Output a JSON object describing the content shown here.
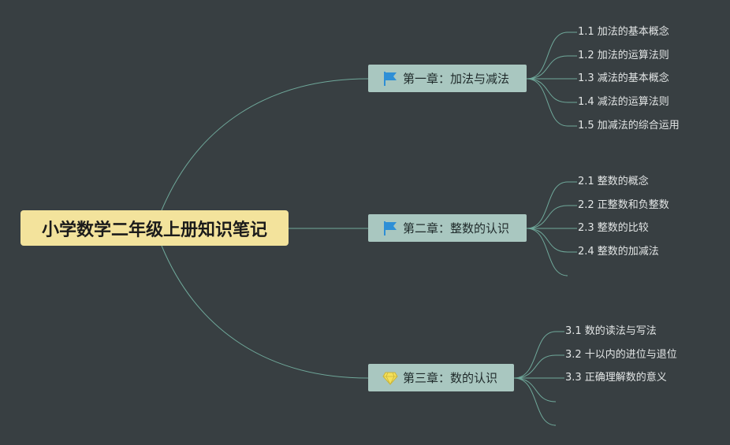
{
  "root": {
    "title": "小学数学二年级上册知识笔记"
  },
  "chapters": [
    {
      "label": "第一章：加法与减法",
      "icon": "flag-icon",
      "items": [
        "1.1 加法的基本概念",
        "1.2 加法的运算法则",
        "1.3 减法的基本概念",
        "1.4 减法的运算法则",
        "1.5 加减法的综合运用"
      ]
    },
    {
      "label": "第二章：整数的认识",
      "icon": "flag-icon",
      "items": [
        "2.1 整数的概念",
        "2.2 正整数和负整数",
        "2.3 整数的比较",
        "2.4 整数的加减法",
        ""
      ]
    },
    {
      "label": "第三章：数的认识",
      "icon": "gem-icon",
      "items": [
        "3.1 数的读法与写法",
        "3.2 十以内的进位与退位",
        "3.3 正确理解数的意义",
        "",
        ""
      ]
    }
  ],
  "colors": {
    "background": "#383f42",
    "root": "#f3e39c",
    "chapter": "#a9c7c0",
    "line": "#6fa89a",
    "flag": "#2e8fd6",
    "gem": "#f4e05a"
  }
}
